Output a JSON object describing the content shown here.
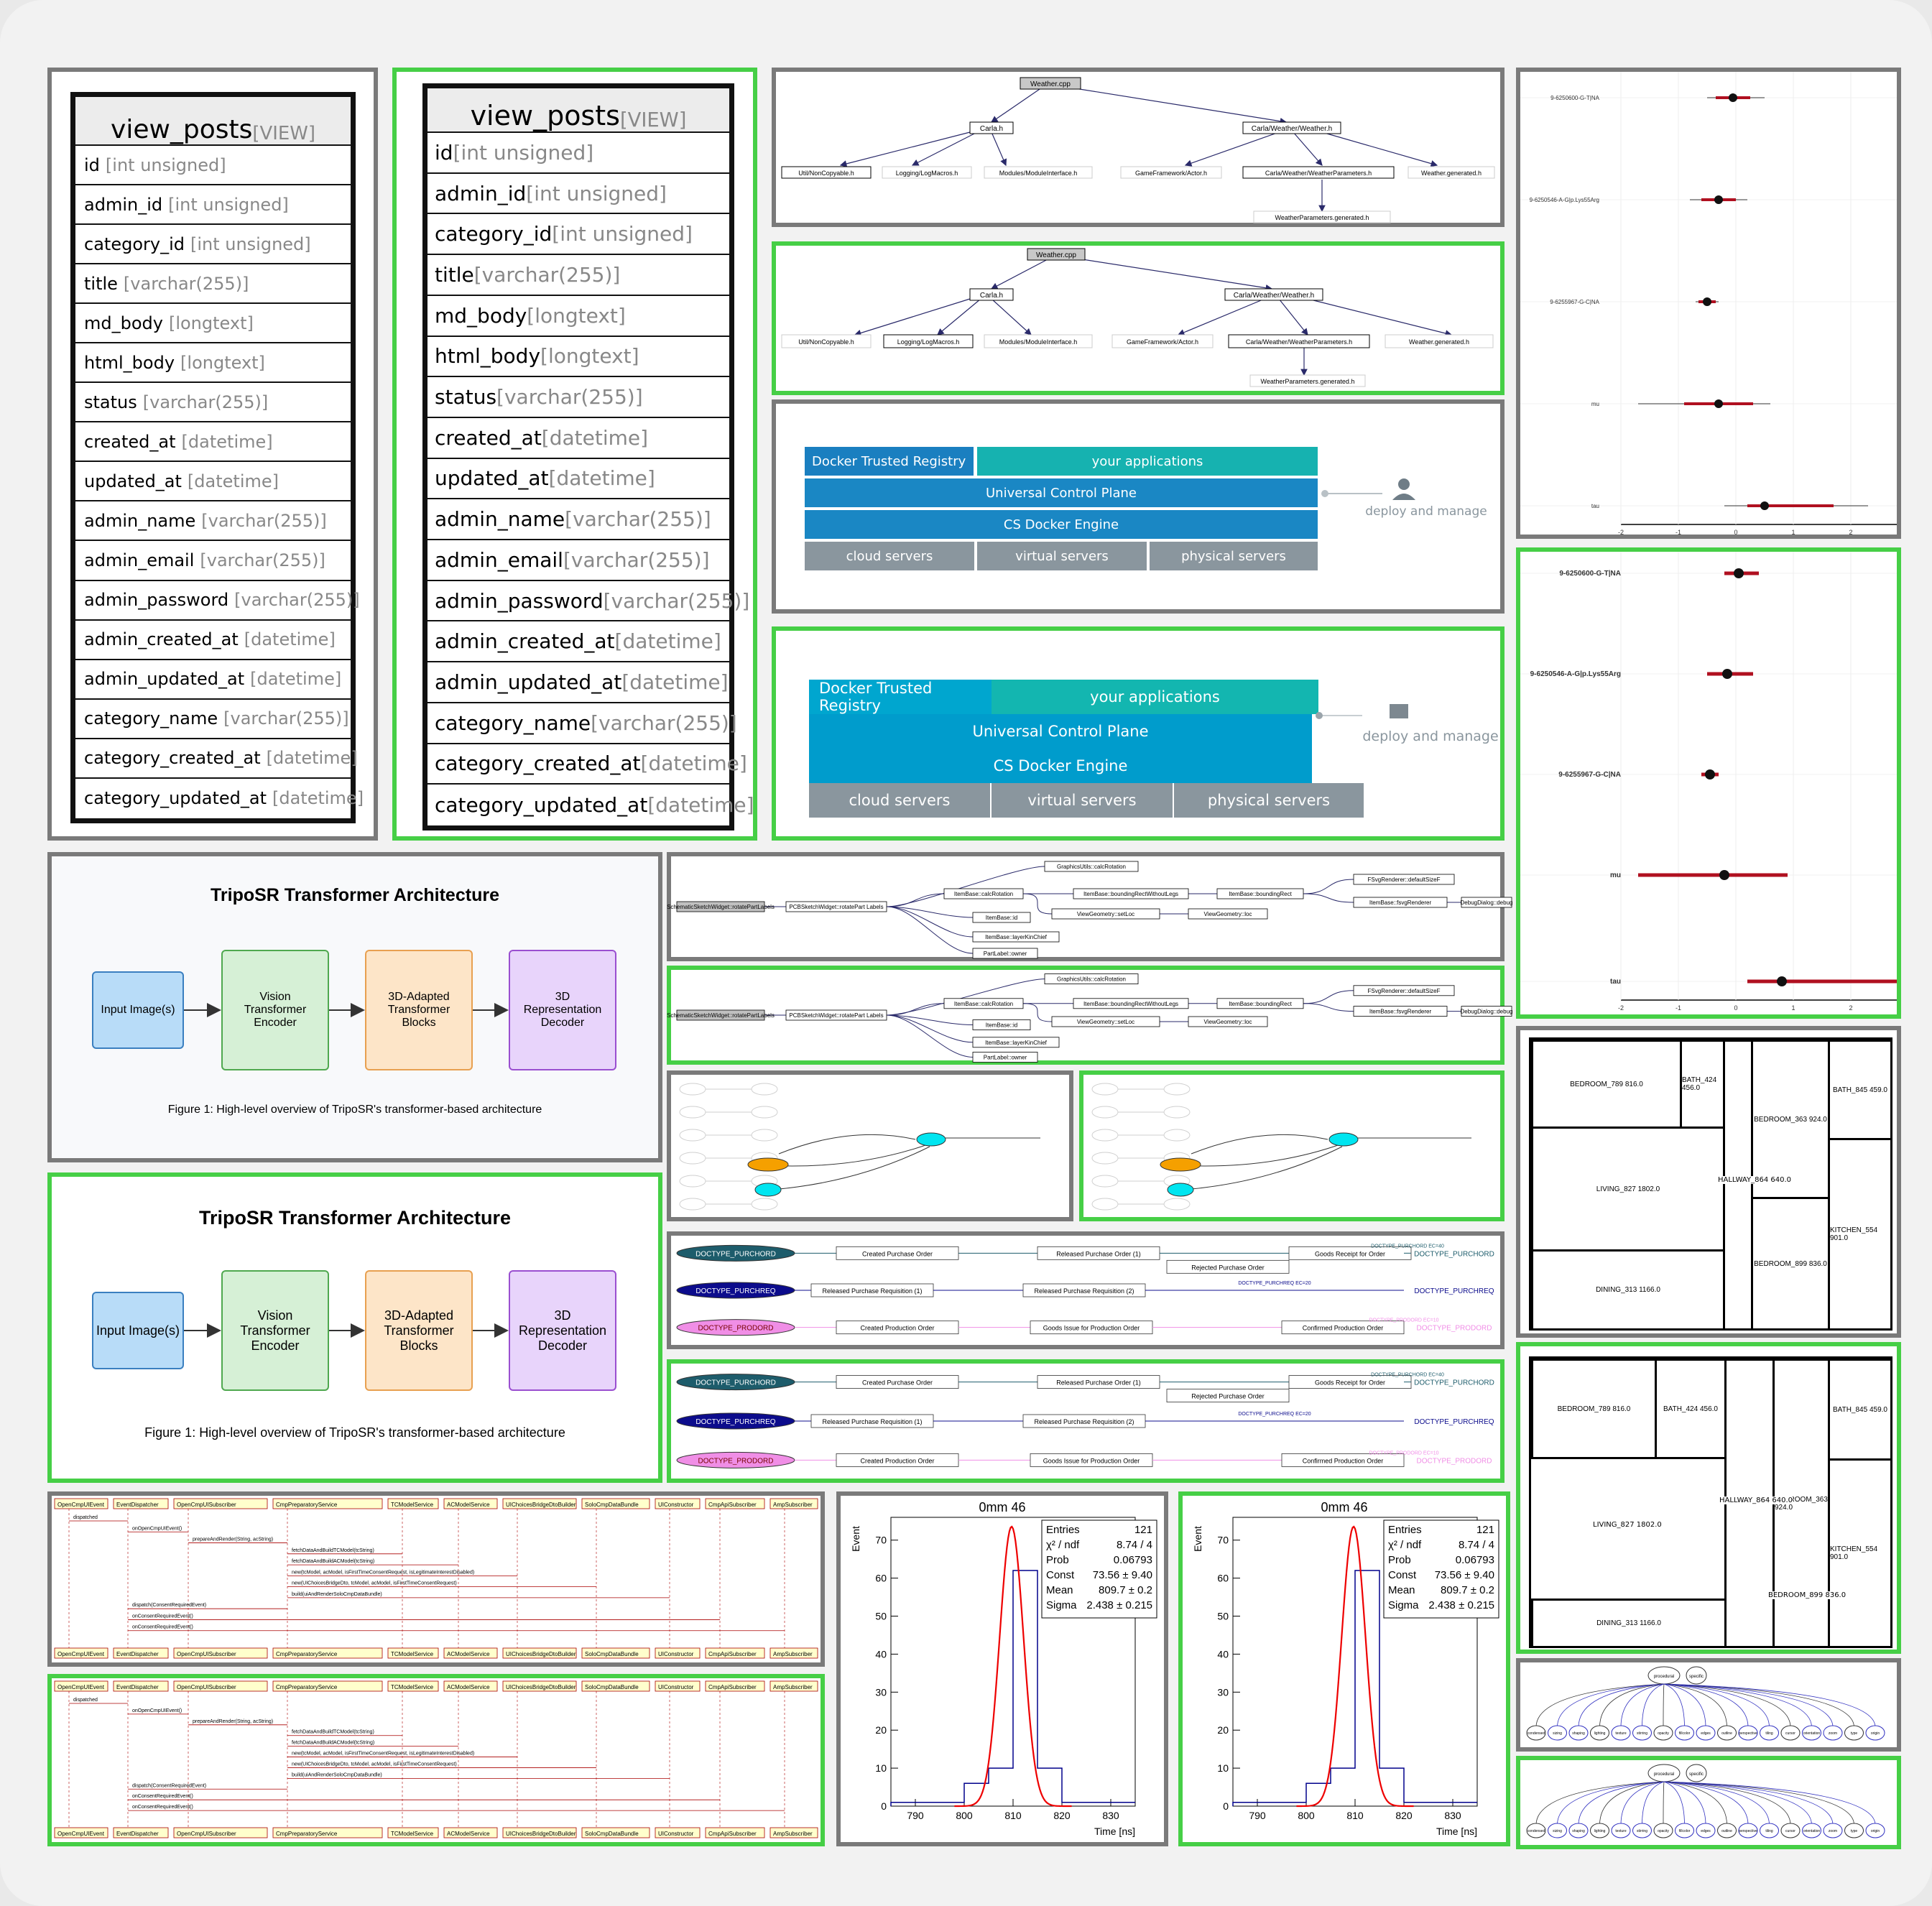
{
  "db_table": {
    "name": "view_posts",
    "tag": "[VIEW]",
    "columns": [
      {
        "name": "id",
        "type": "[int unsigned]"
      },
      {
        "name": "admin_id",
        "type": "[int unsigned]"
      },
      {
        "name": "category_id",
        "type": "[int unsigned]"
      },
      {
        "name": "title",
        "type": "[varchar(255)]"
      },
      {
        "name": "md_body",
        "type": "[longtext]"
      },
      {
        "name": "html_body",
        "type": "[longtext]"
      },
      {
        "name": "status",
        "type": "[varchar(255)]"
      },
      {
        "name": "created_at",
        "type": "[datetime]"
      },
      {
        "name": "updated_at",
        "type": "[datetime]"
      },
      {
        "name": "admin_name",
        "type": "[varchar(255)]"
      },
      {
        "name": "admin_email",
        "type": "[varchar(255)]"
      },
      {
        "name": "admin_password",
        "type": "[varchar(255)]"
      },
      {
        "name": "admin_created_at",
        "type": "[datetime]"
      },
      {
        "name": "admin_updated_at",
        "type": "[datetime]"
      },
      {
        "name": "category_name",
        "type": "[varchar(255)]"
      },
      {
        "name": "category_created_at",
        "type": "[datetime]"
      },
      {
        "name": "category_updated_at",
        "type": "[datetime]"
      }
    ]
  },
  "include_graph": {
    "root": "Weather.cpp",
    "mid_left": "Carla.h",
    "mid_right": "Carla/Weather/Weather.h",
    "leaves": [
      "Util/NonCopyable.h",
      "Logging/LogMacros.h",
      "Modules/ModuleInterface.h",
      "GameFramework/Actor.h",
      "Carla/Weather/WeatherParameters.h",
      "Weather.generated.h"
    ],
    "bottom": "WeatherParameters.generated.h"
  },
  "docker": {
    "dtr": "Docker Trusted Registry",
    "apps": "your applications",
    "ucp": "Universal Control Plane",
    "engine": "CS Docker Engine",
    "servers": [
      "cloud servers",
      "virtual servers",
      "physical servers"
    ],
    "deploy": "deploy and manage",
    "colors": {
      "dtr": "#1a7fc0",
      "apps": "#16b2b0",
      "ucp": "#1a87c4",
      "grey": "#8a969e"
    }
  },
  "forest_plot": {
    "labels": [
      "9-6250600-G-T|NA",
      "9-6250546-A-G|p.Lys55Arg",
      "9-6255967-G-C|NA",
      "mu",
      "tau"
    ],
    "ticks": [
      "-2",
      "-1",
      "0",
      "1",
      "2"
    ]
  },
  "tripo": {
    "title": "TripoSR Transformer Architecture",
    "blocks": [
      "Input Image(s)",
      "Vision Transformer Encoder",
      "3D-Adapted Transformer Blocks",
      "3D Representation Decoder"
    ],
    "caption": "Figure 1: High-level overview of TripoSR's transformer-based architecture"
  },
  "call_graph": {
    "root": "SchematicSketchWidget::rotatePartLabels",
    "caller": "PCBSketchWidget::rotatePart Labels",
    "nodes": [
      "GraphicsUtils::calcRotation",
      "ItemBase::calcRotation",
      "ItemBase::boundingRectWithoutLegs",
      "ItemBase::boundingRect",
      "FSvgRenderer::defaultSizeF",
      "ItemBase::id",
      "ViewGeometry::setLoc",
      "ViewGeometry::loc",
      "ItemBase::fsvgRenderer",
      "DebugDialog::debug",
      "ItemBase::layerKinChief",
      "PartLabel::owner"
    ]
  },
  "docflow": {
    "rows": [
      {
        "type": "DOCTYPE_PURCHORD",
        "steps": [
          "Created Purchase Order",
          "Released Purchase Order (1)",
          "Goods Receipt for Order",
          "Rejected Purchase Order"
        ],
        "edge": "DOCTYPE_PURCHORD EC=40"
      },
      {
        "type": "DOCTYPE_PURCHREQ",
        "steps": [
          "Released Purchase Requisition (1)",
          "Released Purchase Requisition (2)"
        ],
        "edge": "DOCTYPE_PURCHREQ EC=20"
      },
      {
        "type": "DOCTYPE_PRODORD",
        "steps": [
          "Created Production Order",
          "Goods Issue for Production Order",
          "Confirmed Production Order"
        ],
        "edge": "DOCTYPE_PRODORD EC=10"
      }
    ],
    "colors": [
      "#1d5c6b",
      "#0c0c8c",
      "#f08ee6"
    ]
  },
  "floorplan": {
    "rooms": [
      "BEDROOM_789 816.0",
      "BATH_424 456.0",
      "BATH_845 459.0",
      "BEDROOM_363 924.0",
      "LIVING_827 1802.0",
      "HALLWAY_864 640.0",
      "KITCHEN_554 901.0",
      "BEDROOM_899 836.0",
      "DINING_313 1166.0"
    ]
  },
  "sequence": {
    "participants": [
      "OpenCmpUIEvent",
      "EventDispatcher",
      "OpenCmpUISubscriber",
      "CmpPreparatoryService",
      "TCModelService",
      "ACModelService",
      "UIChoicesBridgeDtoBuilder",
      "SoloCmpDataBundle",
      "UIConstructor",
      "CmpApiSubscriber",
      "AmpSubscriber"
    ],
    "messages": [
      "dispatched",
      "onOpenCmpUIEvent()",
      "prepareAndRender(String, acString)",
      "fetchDataAndBuildTCModel(tcString)",
      "fetchDataAndBuildACModel(tcString)",
      "new(tcModel, acModel, isFirstTimeConsentRequest, isLegitimateInterestDisabled)",
      "new(UIChoicesBridgeDto, tcModel, acModel, isFirstTimeConsentRequest)",
      "build(uiAndRenderSoloCmpDataBundle)",
      "dispatch(ConsentRequiredEvent)",
      "onConsentRequiredEvent()",
      "onConsentRequiredEvent()"
    ]
  },
  "histogram": {
    "title": "0mm 46",
    "stats": [
      [
        "Entries",
        "121"
      ],
      [
        "χ² / ndf",
        "8.74 / 4"
      ],
      [
        "Prob",
        "0.06793"
      ],
      [
        "Const",
        "73.56 ± 9.40"
      ],
      [
        "Mean",
        "809.7 ± 0.2"
      ],
      [
        "Sigma",
        "2.438 ± 0.215"
      ]
    ],
    "xlabel": "Time [ns]",
    "ylabel": "Event",
    "xticks": [
      "790",
      "800",
      "810",
      "820",
      "830"
    ],
    "yticks": [
      "0",
      "10",
      "20",
      "30",
      "40",
      "50",
      "60",
      "70"
    ]
  },
  "tree_graph": {
    "root": "procedural",
    "second": "specific",
    "leaves": [
      "condensed",
      "sizing",
      "shaping",
      "lighting",
      "texture",
      "stirring",
      "opacity",
      "fillcolor",
      "edges",
      "outline",
      "perspective",
      "tiling",
      "cursor",
      "orientation",
      "zoom",
      "type",
      "origin"
    ]
  }
}
